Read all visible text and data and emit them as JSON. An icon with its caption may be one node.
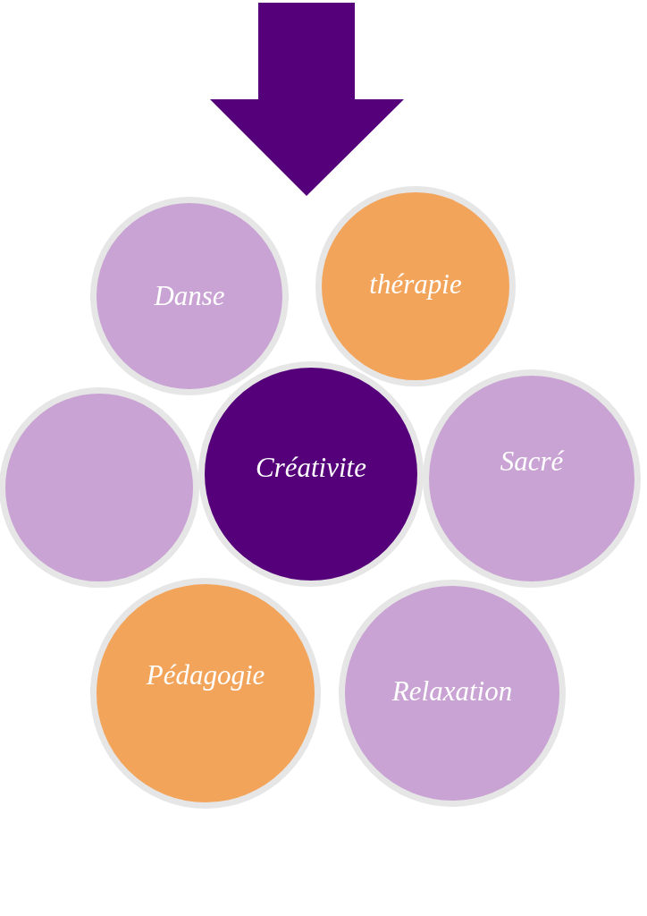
{
  "diagram": {
    "nodes": [
      {
        "text": [
          "Danse"
        ]
      },
      {
        "text": [
          "thérapie"
        ]
      },
      {
        "text": [],
        "shape": "circle"
      },
      {
        "text": [
          "Créativite"
        ]
      },
      {
        "text": [
          "Sacré"
        ]
      },
      {
        "text": [
          "Pédagogie"
        ]
      },
      {
        "text": [
          "Relaxation"
        ]
      }
    ]
  }
}
